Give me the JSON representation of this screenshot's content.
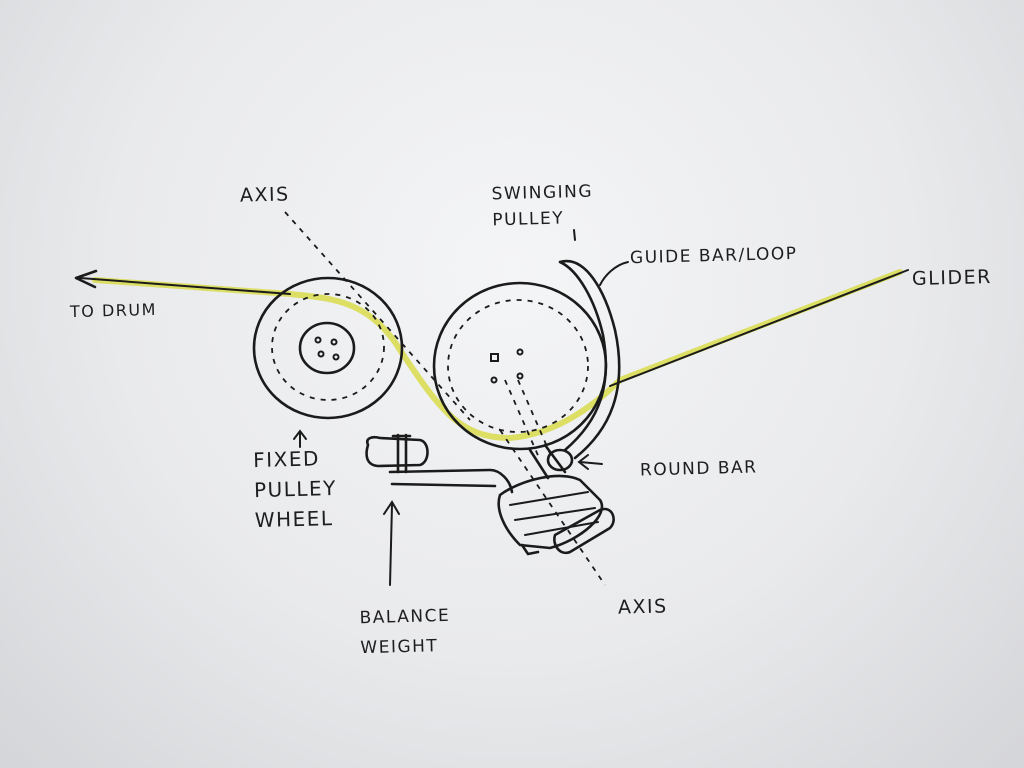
{
  "labels": {
    "axis_top": "AXIS",
    "swinging_pulley": [
      "SWINGING",
      "PULLEY"
    ],
    "guide_bar": "GUIDE BAR/LOOP",
    "glider": "GLIDER",
    "to_drum": "TO DRUM",
    "fixed_pulley": [
      "FIXED",
      "PULLEY",
      "WHEEL"
    ],
    "round_bar": "ROUND BAR",
    "balance_weight": [
      "BALANCE",
      "WEIGHT"
    ],
    "axis_bottom": "AXIS"
  },
  "colors": {
    "ink": "#1b1b1b",
    "filament": "#d8dc4a",
    "paper": "#eeeff1"
  }
}
